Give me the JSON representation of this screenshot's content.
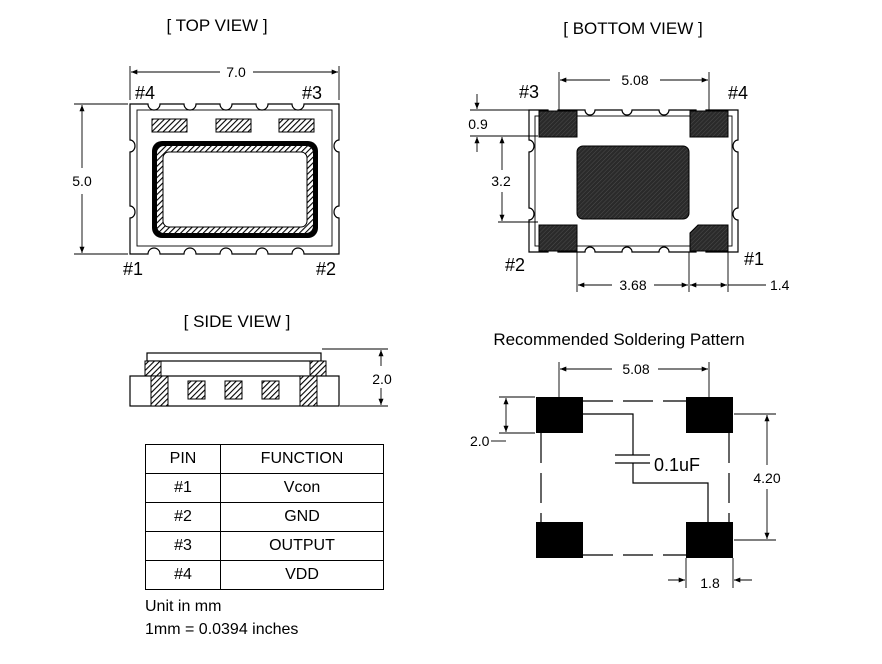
{
  "views": {
    "top": "[ TOP  VIEW ]",
    "bottom": "[ BOTTOM  VIEW ]",
    "side": "[ SIDE  VIEW ]",
    "soldering": "Recommended Soldering Pattern"
  },
  "top_view": {
    "width": "7.0",
    "height": "5.0",
    "pins": {
      "p1": "#1",
      "p2": "#2",
      "p3": "#3",
      "p4": "#4"
    }
  },
  "bottom_view": {
    "pad_pitch": "5.08",
    "pad_height": "0.9",
    "pad_gap": "3.2",
    "center_pad": "3.68",
    "edge": "1.4",
    "pins": {
      "p1": "#1",
      "p2": "#2",
      "p3": "#3",
      "p4": "#4"
    }
  },
  "side_view": {
    "height": "2.0"
  },
  "soldering": {
    "pitch": "5.08",
    "pad_height": "2.0",
    "vertical": "4.20",
    "pad_width": "1.8",
    "capacitor": "0.1uF"
  },
  "pin_table": {
    "headers": [
      "PIN",
      "FUNCTION"
    ],
    "rows": [
      {
        "pin": "#1",
        "function": "Vcon"
      },
      {
        "pin": "#2",
        "function": "GND"
      },
      {
        "pin": "#3",
        "function": "OUTPUT"
      },
      {
        "pin": "#4",
        "function": "VDD"
      }
    ]
  },
  "notes": {
    "unit": "Unit in mm",
    "conversion": "1mm = 0.0394 inches"
  }
}
